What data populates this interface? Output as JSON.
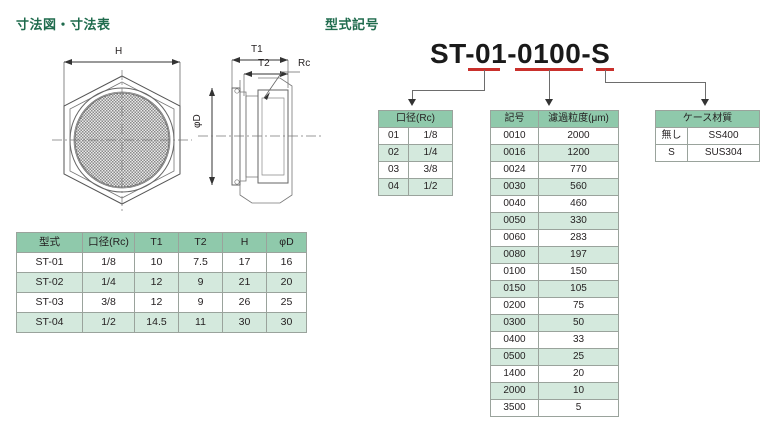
{
  "page": {
    "background": "#ffffff",
    "heading_color": "#1f6b4d",
    "table_header_color": "#8fc9ab",
    "table_alt_row_color": "#d4e9dd",
    "underline_color": "#c9302c"
  },
  "sections": {
    "dimensions_heading": "寸法図・寸法表",
    "model_code_heading": "型式記号"
  },
  "model_code": {
    "text": "ST-01-0100-S",
    "segments": [
      "ST-",
      "01",
      "-",
      "0100",
      "-",
      "S"
    ]
  },
  "drawing_front": {
    "h_label": "H"
  },
  "drawing_side": {
    "t1_label": "T1",
    "t2_label": "T2",
    "rc_label": "Rc",
    "phid_label": "φD"
  },
  "dimension_table": {
    "headers": [
      "型式",
      "口径(Rc)",
      "T1",
      "T2",
      "H",
      "φD"
    ],
    "rows": [
      [
        "ST-01",
        "1/8",
        "10",
        "7.5",
        "17",
        "16"
      ],
      [
        "ST-02",
        "1/4",
        "12",
        "9",
        "21",
        "20"
      ],
      [
        "ST-03",
        "3/8",
        "12",
        "9",
        "26",
        "25"
      ],
      [
        "ST-04",
        "1/2",
        "14.5",
        "11",
        "30",
        "30"
      ]
    ]
  },
  "port_table": {
    "header": "口径(Rc)",
    "rows": [
      [
        "01",
        "1/8"
      ],
      [
        "02",
        "1/4"
      ],
      [
        "03",
        "3/8"
      ],
      [
        "04",
        "1/2"
      ]
    ]
  },
  "filtration_table": {
    "headers": [
      "記号",
      "濾過粒度(μm)"
    ],
    "rows": [
      [
        "0010",
        "2000"
      ],
      [
        "0016",
        "1200"
      ],
      [
        "0024",
        "770"
      ],
      [
        "0030",
        "560"
      ],
      [
        "0040",
        "460"
      ],
      [
        "0050",
        "330"
      ],
      [
        "0060",
        "283"
      ],
      [
        "0080",
        "197"
      ],
      [
        "0100",
        "150"
      ],
      [
        "0150",
        "105"
      ],
      [
        "0200",
        "75"
      ],
      [
        "0300",
        "50"
      ],
      [
        "0400",
        "33"
      ],
      [
        "0500",
        "25"
      ],
      [
        "1400",
        "20"
      ],
      [
        "2000",
        "10"
      ],
      [
        "3500",
        "5"
      ]
    ]
  },
  "case_table": {
    "header": "ケース材質",
    "rows": [
      [
        "無し",
        "SS400"
      ],
      [
        "S",
        "SUS304"
      ]
    ]
  }
}
